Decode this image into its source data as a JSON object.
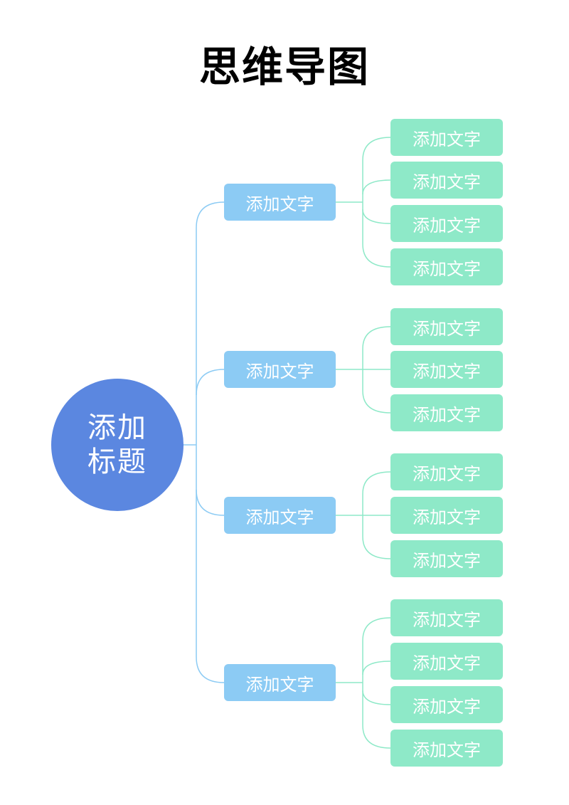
{
  "title": "思维导图",
  "colors": {
    "root": "#5b87e0",
    "branch": "#8ccbf4",
    "leaf": "#8ee9c8",
    "branch_line": "#8ccbf4",
    "leaf_line": "#8ee9c8"
  },
  "mindmap": {
    "root": {
      "label": "添加标题"
    },
    "branches": [
      {
        "label": "添加文字",
        "children": [
          {
            "label": "添加文字"
          },
          {
            "label": "添加文字"
          },
          {
            "label": "添加文字"
          },
          {
            "label": "添加文字"
          }
        ]
      },
      {
        "label": "添加文字",
        "children": [
          {
            "label": "添加文字"
          },
          {
            "label": "添加文字"
          },
          {
            "label": "添加文字"
          }
        ]
      },
      {
        "label": "添加文字",
        "children": [
          {
            "label": "添加文字"
          },
          {
            "label": "添加文字"
          },
          {
            "label": "添加文字"
          }
        ]
      },
      {
        "label": "添加文字",
        "children": [
          {
            "label": "添加文字"
          },
          {
            "label": "添加文字"
          },
          {
            "label": "添加文字"
          },
          {
            "label": "添加文字"
          }
        ]
      }
    ]
  }
}
